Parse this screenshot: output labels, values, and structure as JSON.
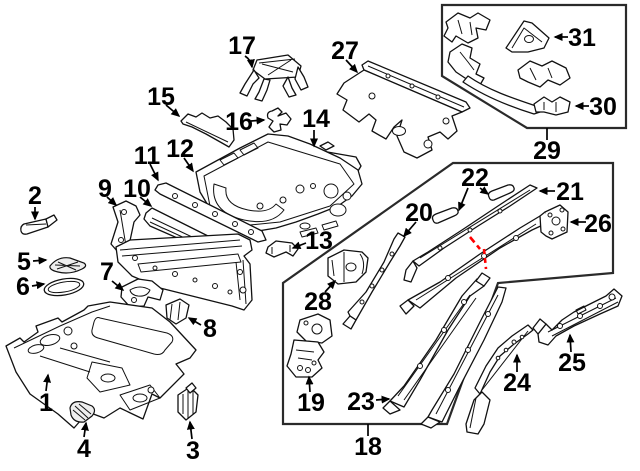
{
  "diagram": {
    "kind": "exploded-parts-diagram",
    "background": "#ffffff",
    "line_color": "#111111",
    "highlight_color": "#ff0000",
    "callouts": {
      "n1": "1",
      "n2": "2",
      "n3": "3",
      "n4": "4",
      "n5": "5",
      "n6": "6",
      "n7": "7",
      "n8": "8",
      "n9": "9",
      "n10": "10",
      "n11": "11",
      "n12": "12",
      "n13": "13",
      "n14": "14",
      "n15": "15",
      "n16": "16",
      "n17": "17",
      "n18": "18",
      "n19": "19",
      "n20": "20",
      "n21": "21",
      "n22": "22",
      "n23": "23",
      "n24": "24",
      "n25": "25",
      "n26": "26",
      "n27": "27",
      "n28": "28",
      "n29": "29",
      "n30": "30",
      "n31": "31"
    },
    "groups": [
      {
        "id": "group-29",
        "label": "29",
        "contains": [
          "30",
          "31"
        ]
      },
      {
        "id": "group-18",
        "label": "18",
        "contains": [
          "19",
          "20",
          "21",
          "22",
          "23",
          "26",
          "28"
        ],
        "section_marker": {
          "color": "#ff0000",
          "style": "dashed"
        }
      }
    ]
  }
}
